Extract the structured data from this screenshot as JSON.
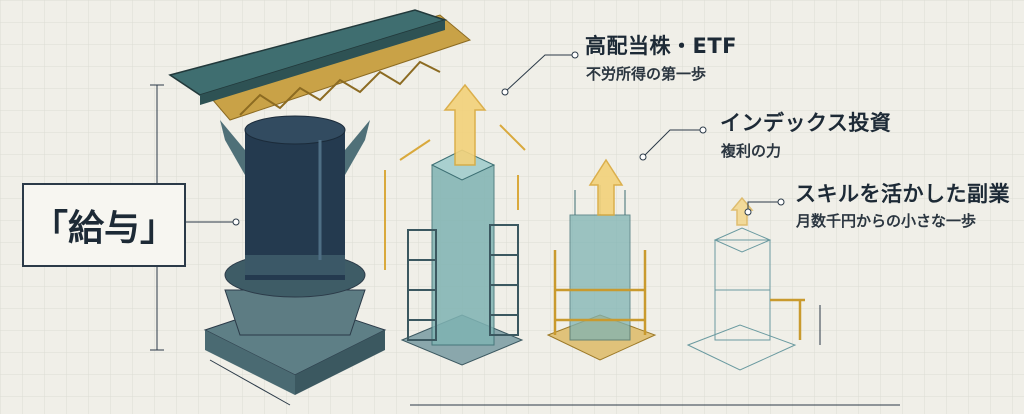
{
  "salary_label": "「給与」",
  "callouts": [
    {
      "title": "高配当株・ETF",
      "subtitle": "不労所得の第一歩"
    },
    {
      "title": "インデックス投資",
      "subtitle": "複利の力"
    },
    {
      "title": "スキルを活かした副業",
      "subtitle": "月数千円からの小さな一歩"
    }
  ],
  "colors": {
    "background": "#f0efe8",
    "main_pillar": "#243a4f",
    "roof": "#3f6e70",
    "gold": "#d9a93c",
    "teal": "#7fb3b3"
  }
}
